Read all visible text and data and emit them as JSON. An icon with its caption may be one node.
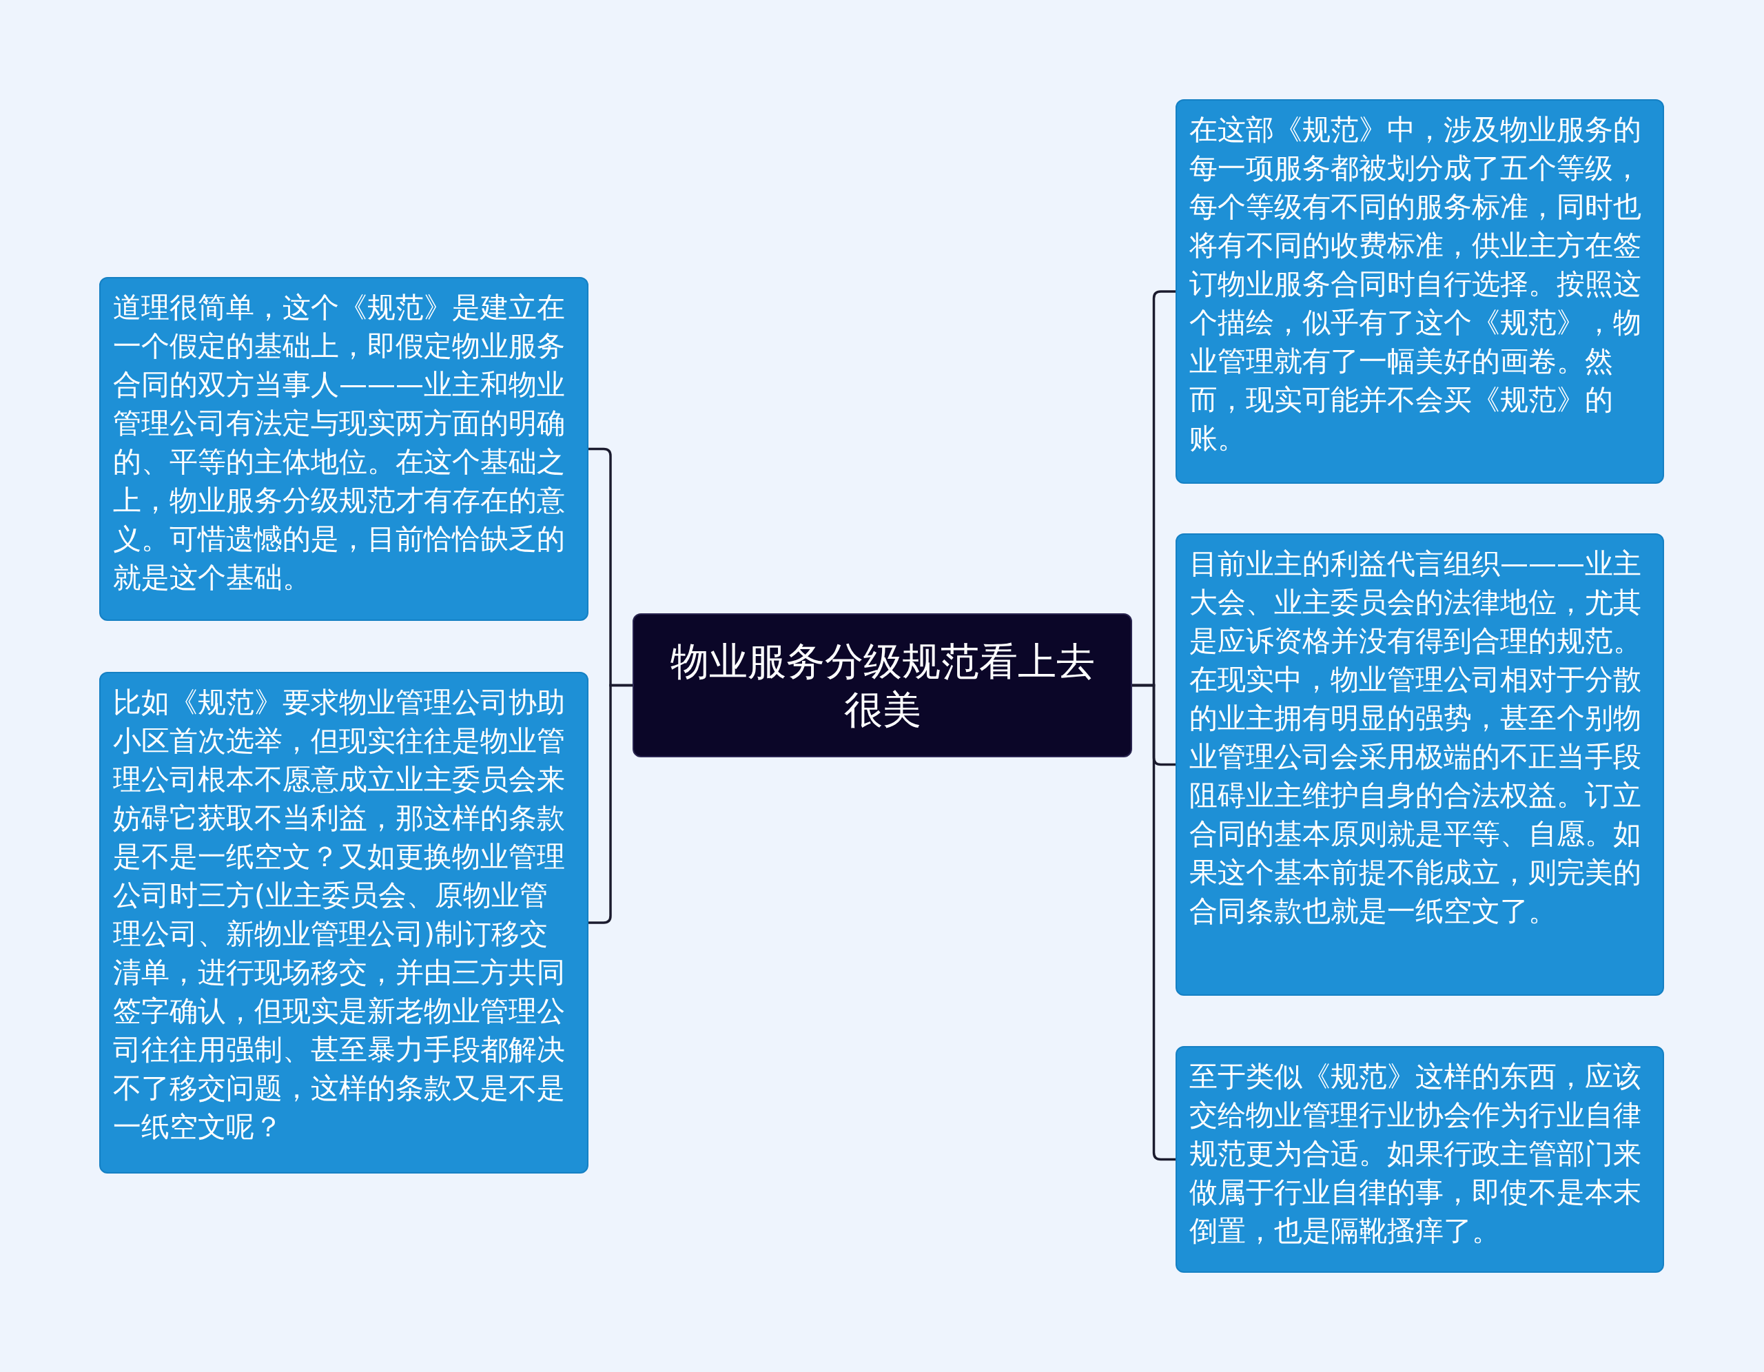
{
  "diagram": {
    "nodes": [
      {
        "text": [
          "物业服务分级规范看上去很美"
        ]
      },
      {
        "text": [
          "道理很简单，这个《规范》是建立在一个假定的基础上，即假定物业服务合同的双方当事人———业主和物业管理公司有法定与现实两方面的明确的、平等的主体地位。在这个基础之上，物业服务分级规范才有存在的意义。可惜遗憾的是，目前恰恰缺乏的就是这个基础。"
        ]
      },
      {
        "text": [
          "比如《规范》要求物业管理公司协助小区首次选举，但现实往往是物业管理公司根本不愿意成立业主委员会来妨碍它获取不当利益，那这样的条款是不是一纸空文？又如更换物业管理公司时三方(业主委员会、原物业管理公司、新物业管理公司)制订移交清单，进行现场移交，并由三方共同签字确认，但现实是新老物业管理公司往往用强制、甚至暴力手段都解决不了移交问题，这样的条款又是不是一纸空文呢？"
        ]
      },
      {
        "text": [
          "在这部《规范》中，涉及物业服务的每一项服务都被划分成了五个等级，每个等级有不同的服务标准，同时也将有不同的收费标准，供业主方在签订物业服务合同时自行选择。按照这个描绘，似乎有了这个《规范》，物业管理就有了一幅美好的画卷。然而，现实可能并不会买《规范》的账。"
        ]
      },
      {
        "text": [
          "目前业主的利益代言组织———业主大会、业主委员会的法律地位，尤其是应诉资格并没有得到合理的规范。在现实中，物业管理公司相对于分散的业主拥有明显的强势，甚至个别物业管理公司会采用极端的不正当手段阻碍业主维护自身的合法权益。订立合同的基本原则就是平等、自愿。如果这个基本前提不能成立，则完美的合同条款也就是一纸空文了。"
        ]
      },
      {
        "text": [
          "至于类似《规范》这样的东西，应该交给物业管理行业协会作为行业自律规范更为合适。如果行政主管部门来做属于行业自律的事，即使不是本末倒置，也是隔靴搔痒了。"
        ]
      }
    ],
    "edges": [
      {
        "from": 0,
        "to": 1,
        "arrow": "none"
      },
      {
        "from": 0,
        "to": 2,
        "arrow": "none"
      },
      {
        "from": 0,
        "to": 3,
        "arrow": "none"
      },
      {
        "from": 0,
        "to": 4,
        "arrow": "none"
      },
      {
        "from": 0,
        "to": 5,
        "arrow": "none"
      }
    ]
  }
}
